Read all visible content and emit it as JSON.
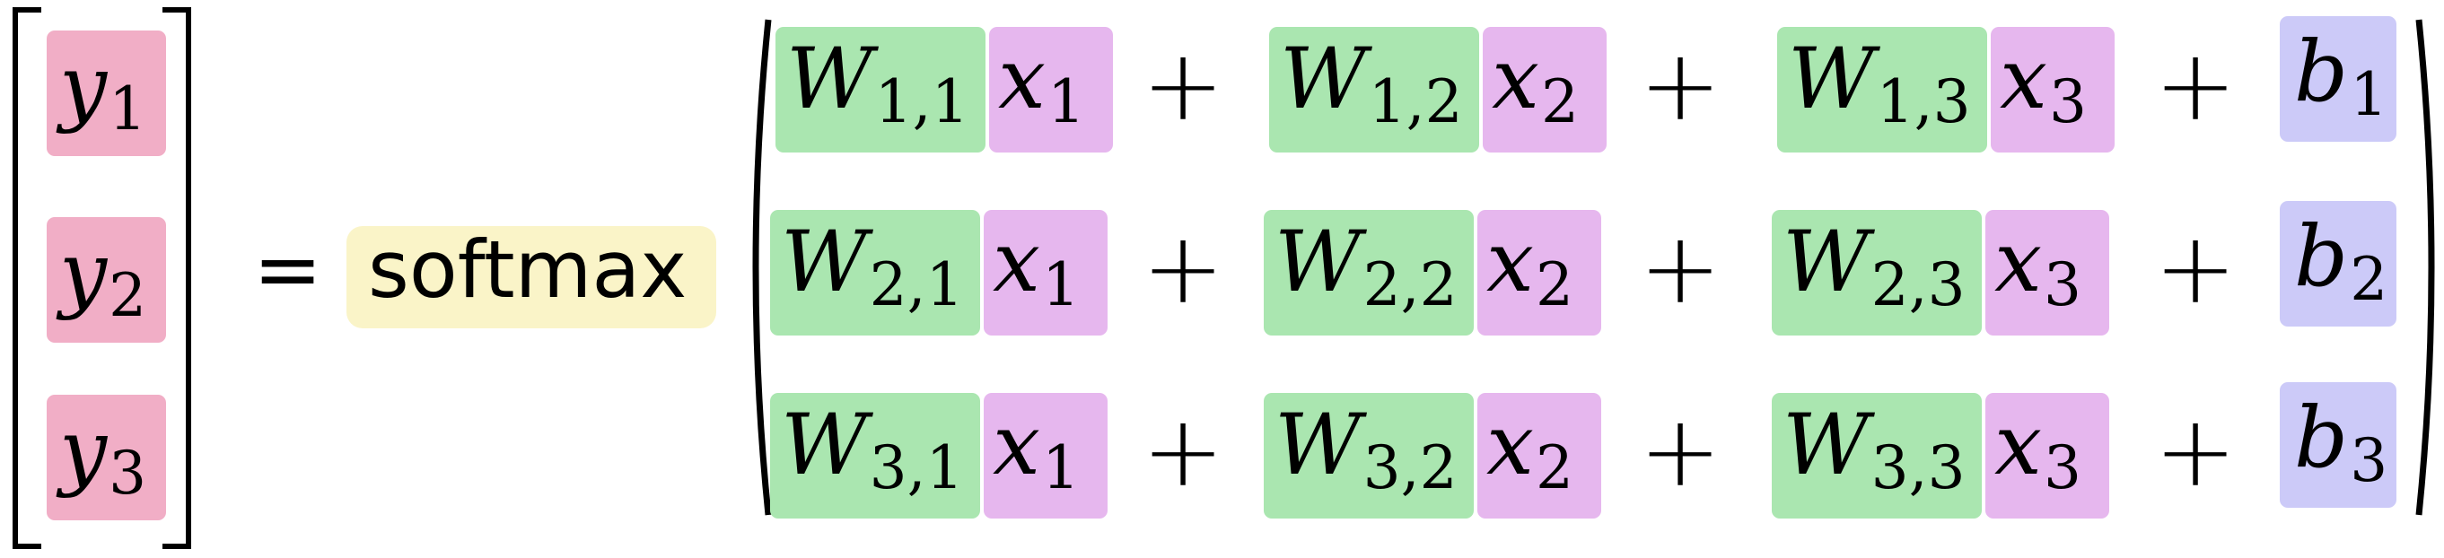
{
  "output": {
    "rows": [
      {
        "symbol": "y",
        "index": "1"
      },
      {
        "symbol": "y",
        "index": "2"
      },
      {
        "symbol": "y",
        "index": "3"
      }
    ]
  },
  "equals": "=",
  "function": "softmax",
  "plus": "+",
  "terms": {
    "weights": [
      [
        {
          "symbol": "W",
          "index": "1,1"
        },
        {
          "symbol": "W",
          "index": "1,2"
        },
        {
          "symbol": "W",
          "index": "1,3"
        }
      ],
      [
        {
          "symbol": "W",
          "index": "2,1"
        },
        {
          "symbol": "W",
          "index": "2,2"
        },
        {
          "symbol": "W",
          "index": "2,3"
        }
      ],
      [
        {
          "symbol": "W",
          "index": "3,1"
        },
        {
          "symbol": "W",
          "index": "3,2"
        },
        {
          "symbol": "W",
          "index": "3,3"
        }
      ]
    ],
    "inputs": [
      {
        "symbol": "x",
        "index": "1"
      },
      {
        "symbol": "x",
        "index": "2"
      },
      {
        "symbol": "x",
        "index": "3"
      }
    ],
    "biases": [
      {
        "symbol": "b",
        "index": "1"
      },
      {
        "symbol": "b",
        "index": "2"
      },
      {
        "symbol": "b",
        "index": "3"
      }
    ]
  },
  "colors": {
    "weight_highlight": "#aae6b0",
    "input_highlight": "#e6b7ee",
    "output_highlight": "#f1aec6",
    "bias_highlight": "#cccaf8",
    "function_highlight": "#faf4c8"
  }
}
